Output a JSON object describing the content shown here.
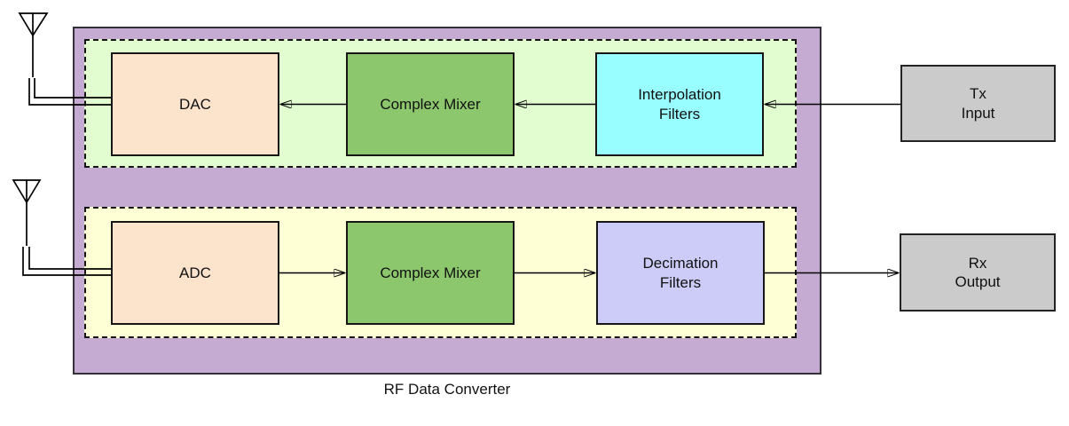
{
  "diagram_title": "RF Data Converter",
  "regions": {
    "rf_data_converter": {
      "label": "RF Data Converter",
      "fill": "#C5AAD2"
    },
    "tx_chain": {
      "fill": "#E2FDD0"
    },
    "rx_chain": {
      "fill": "#FEFFD5"
    }
  },
  "blocks": {
    "dac": {
      "label": "DAC",
      "fill": "#FBE3CC"
    },
    "tx_mixer": {
      "label": "Complex Mixer",
      "fill": "#8CC76D"
    },
    "interpolation_filters": {
      "label": "Interpolation\nFilters",
      "fill": "#99FEFF"
    },
    "adc": {
      "label": "ADC",
      "fill": "#FBE3CC"
    },
    "rx_mixer": {
      "label": "Complex Mixer",
      "fill": "#8CC76D"
    },
    "decimation_filters": {
      "label": "Decimation\nFilters",
      "fill": "#CDCCF8"
    },
    "tx_input": {
      "label": "Tx\nInput",
      "fill": "#CBCBCB"
    },
    "rx_output": {
      "label": "Rx\nOutput",
      "fill": "#CBCBCB"
    }
  },
  "icons": {
    "tx_antenna": "antenna-icon",
    "rx_antenna": "antenna-icon"
  },
  "connections": [
    {
      "from": "tx_input",
      "to": "interpolation_filters"
    },
    {
      "from": "interpolation_filters",
      "to": "tx_mixer"
    },
    {
      "from": "tx_mixer",
      "to": "dac"
    },
    {
      "from": "dac",
      "to": "tx_antenna"
    },
    {
      "from": "rx_antenna",
      "to": "adc"
    },
    {
      "from": "adc",
      "to": "rx_mixer"
    },
    {
      "from": "rx_mixer",
      "to": "decimation_filters"
    },
    {
      "from": "decimation_filters",
      "to": "rx_output"
    }
  ],
  "line_color": "#000000"
}
